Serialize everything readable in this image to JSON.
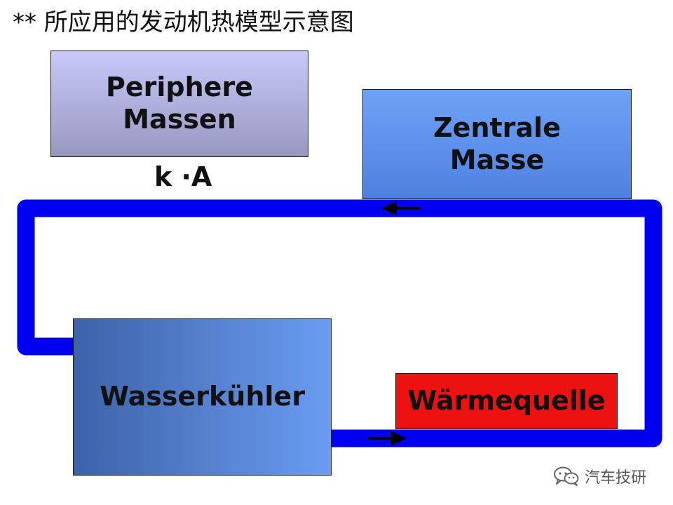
{
  "title": "** 所应用的发动机热模型示意图",
  "boxes": {
    "periphere": {
      "line1": "Periphere",
      "line2": "Massen"
    },
    "zentrale": {
      "line1": "Zentrale",
      "line2": "Masse"
    },
    "wasserkuehler": {
      "label": "Wasserkühler"
    },
    "waermequelle": {
      "label": "Wärmequelle"
    }
  },
  "ka_label": "k ·A",
  "watermark": {
    "text": "汽车技研",
    "icon": "wechat-icon"
  },
  "colors": {
    "loop": "#0000f0",
    "periphere": "#b4b4e6",
    "zentrale": "#5f90eb",
    "wasserkuehler": "#5580d0",
    "waermequelle": "#ee1111",
    "arrow": "#000000"
  },
  "arrows": [
    {
      "direction": "left",
      "on": "top-segment"
    },
    {
      "direction": "right",
      "on": "bottom-segment"
    }
  ]
}
